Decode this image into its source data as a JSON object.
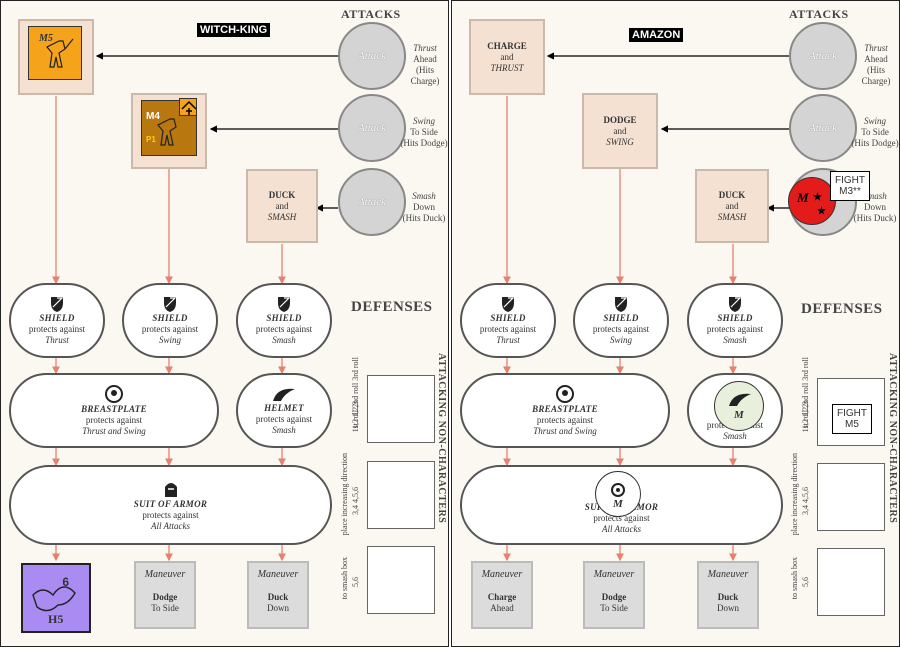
{
  "left": {
    "banner": "WITCH-KING",
    "attacks_heading": "ATTACKS",
    "defenses_heading": "DEFENSES",
    "attacks": [
      {
        "label": "Attack",
        "dir": "Thrust",
        "line2": "Ahead",
        "hits": "(Hits Charge)"
      },
      {
        "label": "Attack",
        "dir": "Swing",
        "line2": "To Side",
        "hits": "(Hits Dodge)"
      },
      {
        "label": "Attack",
        "dir": "Smash",
        "line2": "Down",
        "hits": "(Hits Duck)"
      }
    ],
    "duck_box": {
      "l1": "DUCK",
      "l2": "and",
      "l3": "SMASH"
    },
    "shields": [
      {
        "name": "SHIELD",
        "l2": "protects against",
        "l3": "Thrust"
      },
      {
        "name": "SHIELD",
        "l2": "protects against",
        "l3": "Swing"
      },
      {
        "name": "SHIELD",
        "l2": "protects against",
        "l3": "Smash"
      }
    ],
    "breastplate": {
      "name": "BREASTPLATE",
      "l2": "protects against",
      "l3": "Thrust and Swing"
    },
    "helmet": {
      "name": "HELMET",
      "l2": "protects against",
      "l3": "Smash"
    },
    "armor": {
      "name": "SUIT OF ARMOR",
      "l2": "protects against",
      "l3": "All Attacks"
    },
    "maneuvers": [
      {
        "t": "Maneuver",
        "d1": "Dodge",
        "d2": "To Side"
      },
      {
        "t": "Maneuver",
        "d1": "Duck",
        "d2": "Down"
      }
    ],
    "counters": {
      "m5": "M5",
      "m4": "M4",
      "p1": "P1",
      "h5": "H5",
      "six": "6"
    },
    "side": {
      "heading": "ATTACKING NON-CHARACTERS",
      "rolls": "1st roll 2nd roll 3rd roll",
      "r1": "1,2 1,2,3",
      "r2": "3,4 4,5,6",
      "r3": "5,6",
      "place": "place increasing direction",
      "to": "to smash box"
    }
  },
  "right": {
    "banner": "AMAZON",
    "attacks_heading": "ATTACKS",
    "defenses_heading": "DEFENSES",
    "attacks": [
      {
        "label": "Attack",
        "dir": "Thrust",
        "line2": "Ahead",
        "hits": "(Hits Charge)"
      },
      {
        "label": "Attack",
        "dir": "Swing",
        "line2": "To Side",
        "hits": "(Hits Dodge)"
      },
      {
        "label": "Attack",
        "dir": "Smash",
        "line2": "Down",
        "hits": "(Hits Duck)"
      }
    ],
    "boxes": [
      {
        "l1": "CHARGE",
        "l2": "and",
        "l3": "THRUST"
      },
      {
        "l1": "DODGE",
        "l2": "and",
        "l3": "SWING"
      },
      {
        "l1": "DUCK",
        "l2": "and",
        "l3": "SMASH"
      }
    ],
    "shields": [
      {
        "name": "SHIELD",
        "l2": "protects against",
        "l3": "Thrust"
      },
      {
        "name": "SHIELD",
        "l2": "protects against",
        "l3": "Swing"
      },
      {
        "name": "SHIELD",
        "l2": "protects against",
        "l3": "Smash"
      }
    ],
    "breastplate": {
      "name": "BREASTPLATE",
      "l2": "protects against",
      "l3": "Thrust and Swing"
    },
    "helmet": {
      "l2": "protects against",
      "l3": "Smash"
    },
    "armor": {
      "name": "SUIT OF ARMOR",
      "l2": "protects against",
      "l3": "All Attacks"
    },
    "maneuvers": [
      {
        "t": "Maneuver",
        "d1": "Charge",
        "d2": "Ahead"
      },
      {
        "t": "Maneuver",
        "d1": "Dodge",
        "d2": "To Side"
      },
      {
        "t": "Maneuver",
        "d1": "Duck",
        "d2": "Down"
      }
    ],
    "fight_top": {
      "l1": "FIGHT",
      "l2": "M3**"
    },
    "fight_side": {
      "l1": "FIGHT",
      "l2": "M5"
    },
    "counters": {
      "m_red": "M",
      "m_white": "M"
    },
    "side": {
      "heading": "ATTACKING NON-CHARACTERS",
      "rolls": "1st roll 2nd roll 3rd roll",
      "r1": "1,2 1,2,3",
      "r2": "3,4 4,5,6",
      "r3": "5,6",
      "place": "place increasing direction",
      "to": "to smash box"
    }
  },
  "colors": {
    "arrow": "#e7806f",
    "m5": "#f5a31a",
    "m4": "#b8770f",
    "h5": "#a98bf2",
    "red_counter": "#e31b1b"
  }
}
